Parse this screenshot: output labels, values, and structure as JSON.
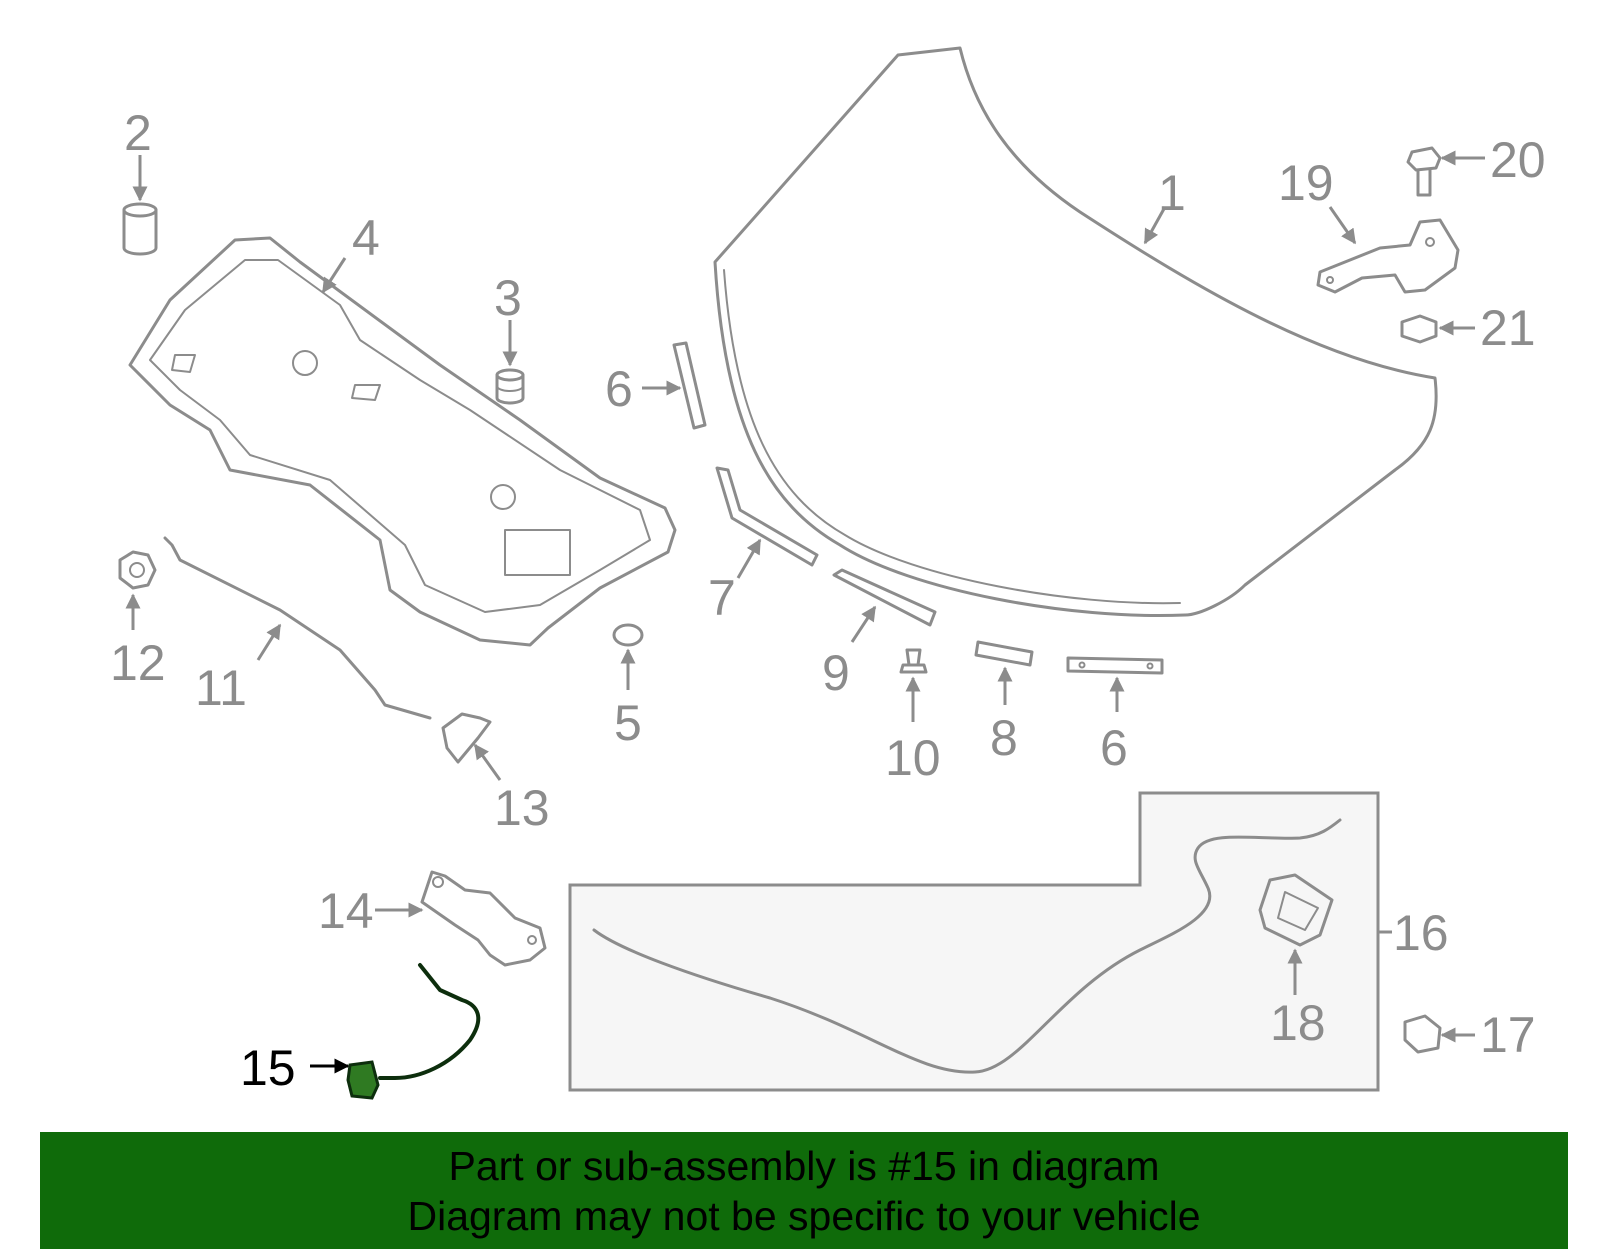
{
  "callouts": {
    "c1": "1",
    "c2": "2",
    "c3": "3",
    "c4": "4",
    "c5": "5",
    "c6a": "6",
    "c6b": "6",
    "c7": "7",
    "c8": "8",
    "c9": "9",
    "c10": "10",
    "c11": "11",
    "c12": "12",
    "c13": "13",
    "c14": "14",
    "c15": "15",
    "c16": "16",
    "c17": "17",
    "c18": "18",
    "c19": "19",
    "c20": "20",
    "c21": "21"
  },
  "highlighted_part": "15",
  "banner": {
    "line1": "Part or sub-assembly is #15 in diagram",
    "line2": "Diagram may not be specific to your vehicle"
  },
  "colors": {
    "banner_bg": "#0f6b0a",
    "highlight": "#2f7a22",
    "line_art": "#8c8c8c"
  }
}
